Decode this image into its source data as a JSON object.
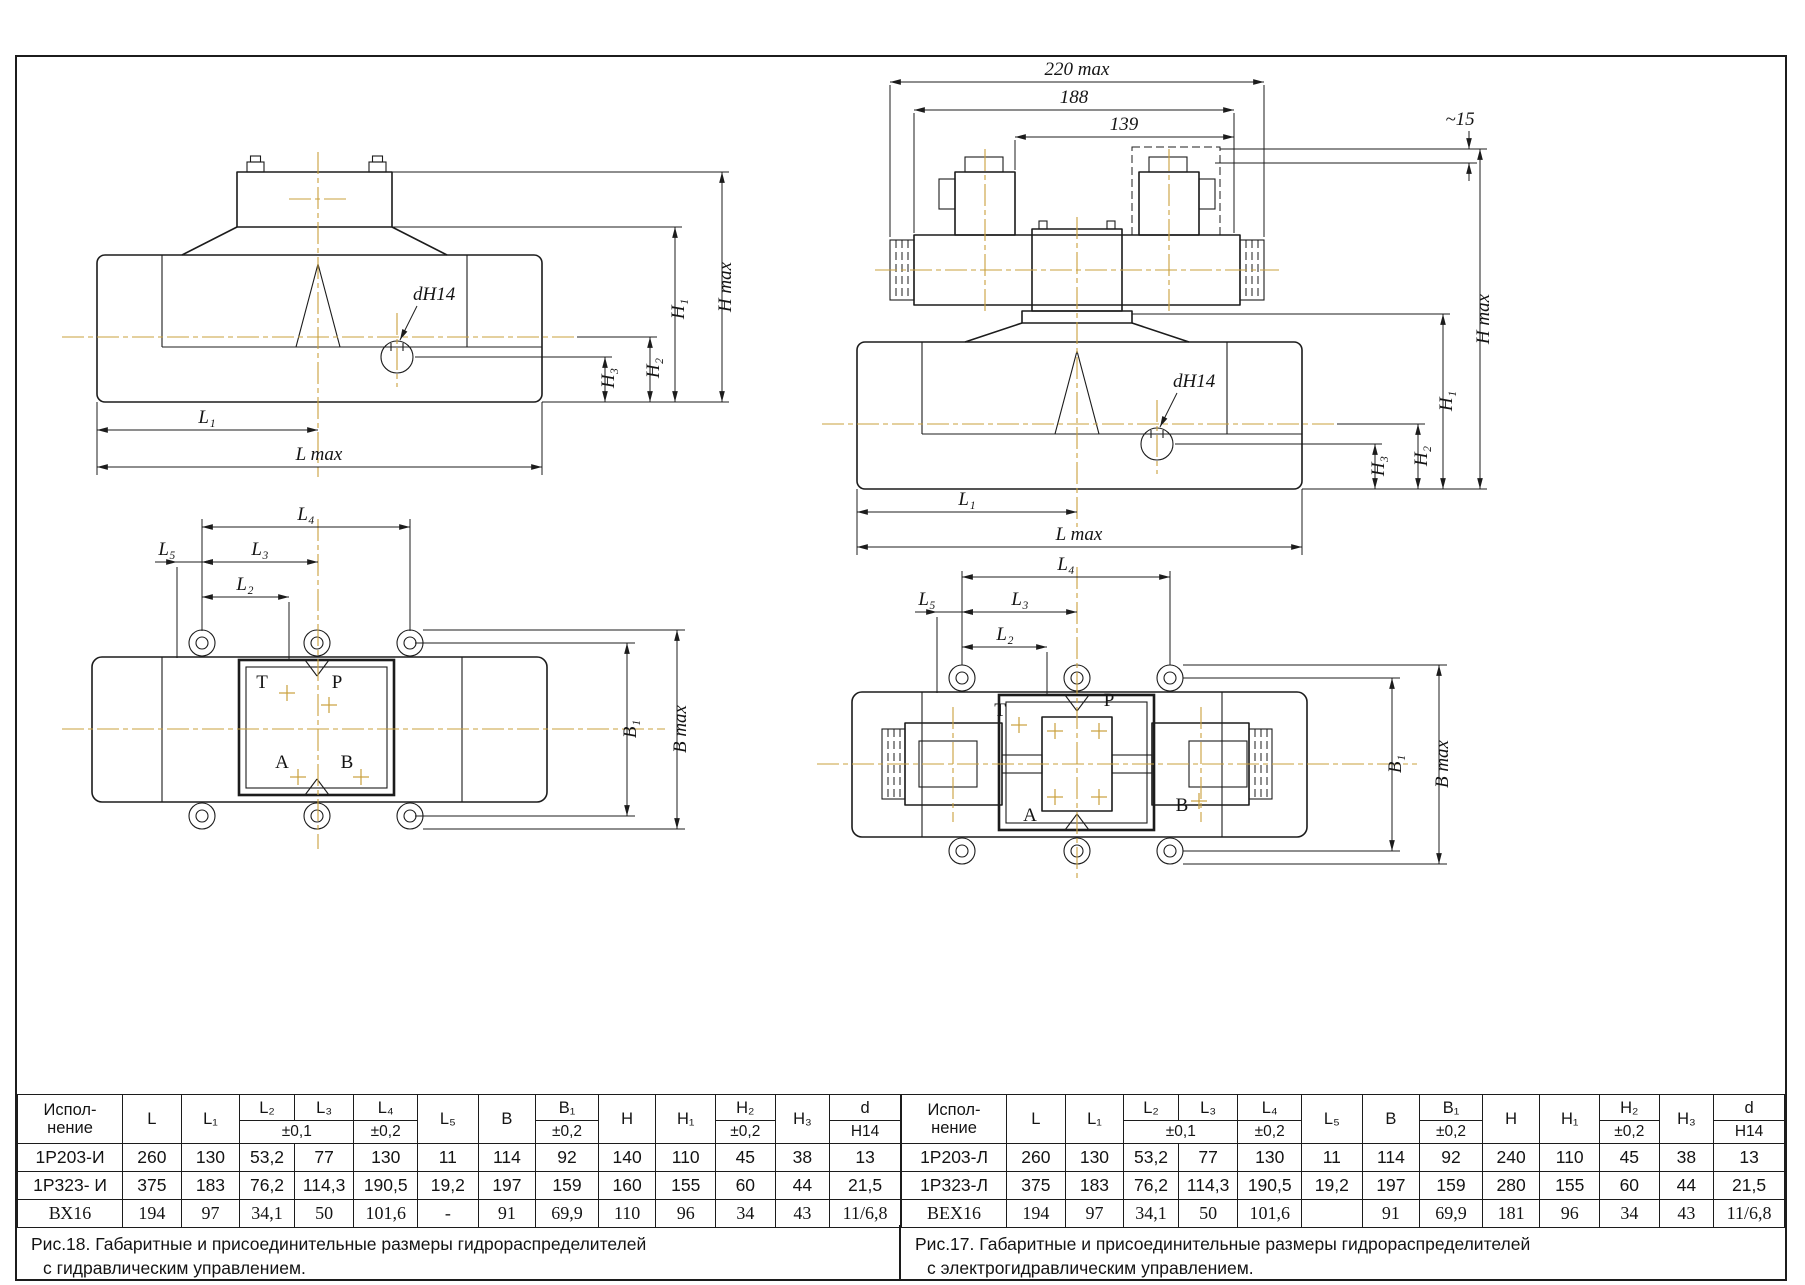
{
  "colors": {
    "line": "#1c1c1c",
    "centerline": "#c9a03c",
    "background": "#ffffff"
  },
  "dims": {
    "h_max": "H max",
    "h1": "H₁",
    "h2": "H₂",
    "h3": "H₃",
    "l1": "L₁",
    "l_max": "L max",
    "l2": "L₂",
    "l3": "L₃",
    "l4": "L₄",
    "l5": "L₅",
    "b1": "B₁",
    "b_max": "B max",
    "d_h14": "dH14",
    "port_t": "T",
    "port_p": "P",
    "port_a": "A",
    "port_b": "B",
    "dim_220": "220 max",
    "dim_188": "188",
    "dim_139": "139",
    "dim_15": "~15"
  },
  "header": {
    "exec1": "Испол-",
    "exec2": "нение",
    "L": "L",
    "L1": "L₁",
    "L2": "L₂",
    "L3": "L₃",
    "L4": "L₄",
    "L5": "L₅",
    "B": "B",
    "B1": "B₁",
    "H": "H",
    "H1": "H₁",
    "H2": "H₂",
    "H3": "H₃",
    "d": "d",
    "tol01": "±0,1",
    "tol02": "±0,2",
    "h14": "H14"
  },
  "fig18": {
    "caption1": "Рис.18. Габаритные и присоединительные размеры гидрораспределителей",
    "caption2": "с гидравлическим управлением.",
    "rows": [
      [
        "1Р203-И",
        "260",
        "130",
        "53,2",
        "77",
        "130",
        "11",
        "114",
        "92",
        "140",
        "110",
        "45",
        "38",
        "13"
      ],
      [
        "1Р323- И",
        "375",
        "183",
        "76,2",
        "114,3",
        "190,5",
        "19,2",
        "197",
        "159",
        "160",
        "155",
        "60",
        "44",
        "21,5"
      ],
      [
        "ВХ16",
        "194",
        "97",
        "34,1",
        "50",
        "101,6",
        "-",
        "91",
        "69,9",
        "110",
        "96",
        "34",
        "43",
        "11/6,8"
      ]
    ]
  },
  "fig17": {
    "caption1": "Рис.17. Габаритные и присоединительные размеры гидрораспределителей",
    "caption2": "с электрогидравлическим управлением.",
    "rows": [
      [
        "1Р203-Л",
        "260",
        "130",
        "53,2",
        "77",
        "130",
        "11",
        "114",
        "92",
        "240",
        "110",
        "45",
        "38",
        "13"
      ],
      [
        "1Р323-Л",
        "375",
        "183",
        "76,2",
        "114,3",
        "190,5",
        "19,2",
        "197",
        "159",
        "280",
        "155",
        "60",
        "44",
        "21,5"
      ],
      [
        "ВЕХ16",
        "194",
        "97",
        "34,1",
        "50",
        "101,6",
        "",
        "91",
        "69,9",
        "181",
        "96",
        "34",
        "43",
        "11/6,8"
      ]
    ]
  }
}
